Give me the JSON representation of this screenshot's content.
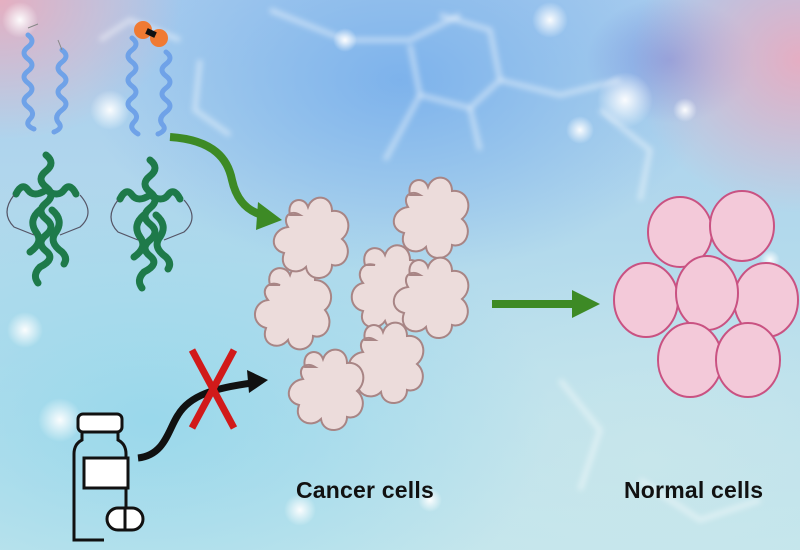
{
  "figure": {
    "type": "graphical-abstract",
    "labels": {
      "cancer_cells": "Cancer cells",
      "normal_cells": "Normal cells"
    },
    "elements": {
      "protein_left": "coiled-coil protein (blue helices, green domain)",
      "protein_right": "coiled-coil protein with orange crosslinker",
      "drug": "drug bottle with pill",
      "blocked_marker": "X"
    },
    "colors": {
      "helix_blue": "#6fa2e8",
      "domain_green": "#1e7a4a",
      "arrow_green": "#3d8a25",
      "crosslinker_orange": "#f07a32",
      "cancer_cell_fill": "#ecdcdb",
      "cancer_cell_stroke": "#a88585",
      "normal_cell_fill": "#f3c9d9",
      "normal_cell_stroke": "#c95282",
      "x_red": "#d11a1a"
    }
  }
}
